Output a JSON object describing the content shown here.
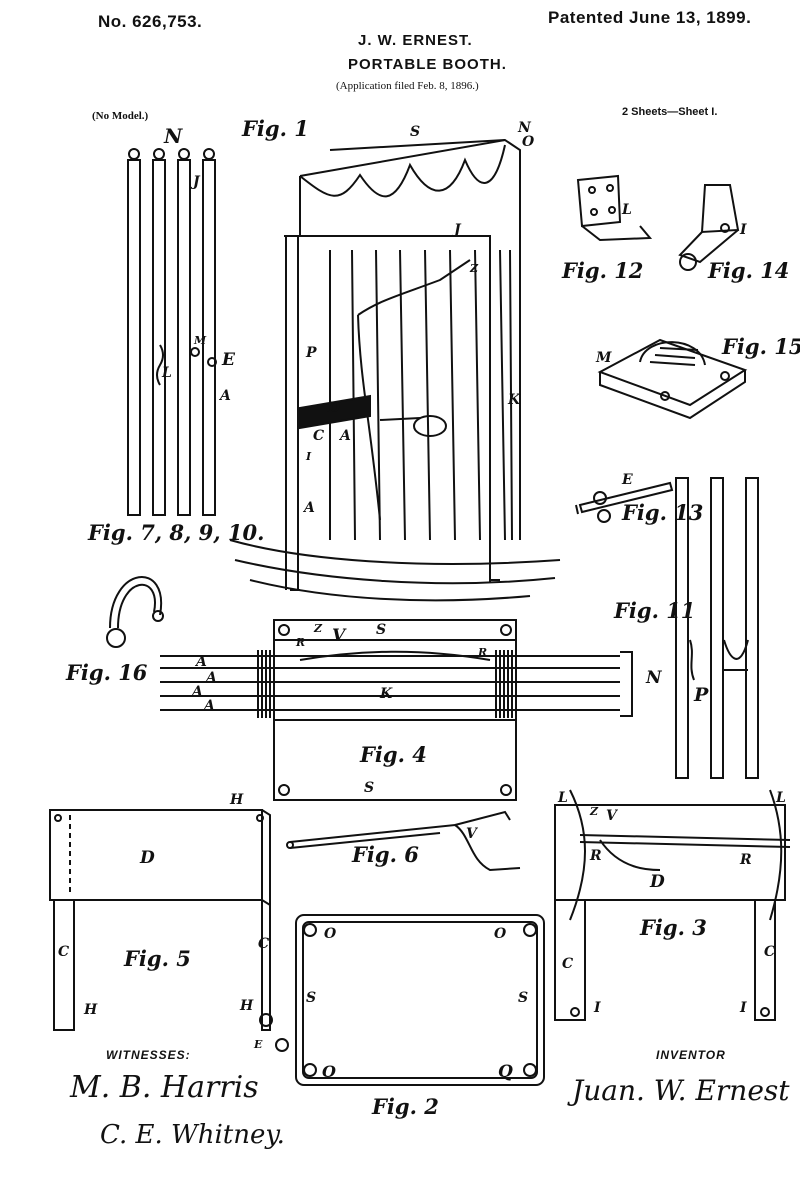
{
  "header": {
    "patent_no": "No. 626,753.",
    "patented": "Patented June 13, 1899.",
    "inventor_name": "J. W. ERNEST.",
    "title": "PORTABLE BOOTH.",
    "application": "(Application filed Feb. 8, 1896.)",
    "no_model": "(No Model.)",
    "sheets": "2 Sheets—Sheet I."
  },
  "figures": {
    "fig1": "Fig. 1",
    "fig3": "Fig. 3",
    "fig4": "Fig. 4",
    "fig5": "Fig. 5",
    "fig6": "Fig. 6",
    "fig2": "Fig. 2",
    "fig7_10": "Fig. 7, 8, 9, 10.",
    "fig11": "Fig. 11",
    "fig12": "Fig. 12",
    "fig13": "Fig. 13",
    "fig14": "Fig. 14",
    "fig15": "Fig. 15",
    "fig16": "Fig. 16"
  },
  "labels": {
    "N": "N",
    "O": "O",
    "S": "S",
    "J": "J",
    "L": "L",
    "M": "M",
    "E": "E",
    "A": "A",
    "P": "P",
    "D": "D",
    "C": "C",
    "I": "I",
    "K": "K",
    "Z": "Z",
    "V": "V",
    "R": "R",
    "H": "H",
    "Q": "Q"
  },
  "footer": {
    "witnesses_label": "WITNESSES:",
    "witness1": "M. B. Harris",
    "witness2": "C. E. Whitney.",
    "inventor_label": "INVENTOR",
    "inventor_signature": "Juan. W. Ernest"
  },
  "colors": {
    "ink": "#111111",
    "paper": "#ffffff"
  }
}
